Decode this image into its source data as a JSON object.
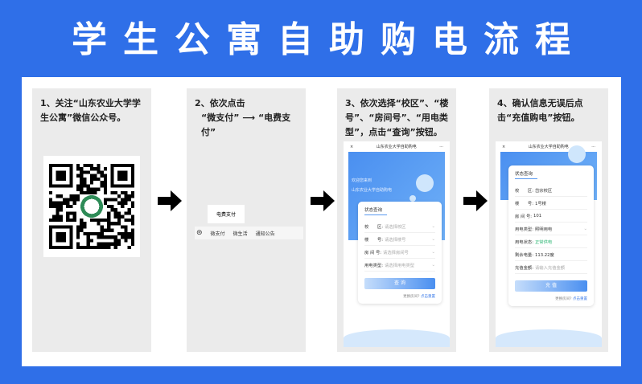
{
  "title": "学生公寓自助购电流程",
  "steps": [
    {
      "text": "1、关注“山东农业大学学生公寓”微信公众号。"
    },
    {
      "text": "2、依次点击",
      "line2a": "“微支付”",
      "line2b": "“电费支付”",
      "popup": "电费支付",
      "menu": [
        "微支付",
        "微生活",
        "通知公告"
      ]
    },
    {
      "text": "3、依次选择“校区”、“楼号”、“房间号”、“用电类型”，点击“查询”按钮。"
    },
    {
      "text": "4、确认信息无误后点击“充值购电”按钮。"
    }
  ],
  "app": {
    "title": "山东农业大学自助购电",
    "welcome": "欢迎您来到",
    "school": "山东农业大学自助购电",
    "tab": "状态查询",
    "close": "×",
    "more": "···"
  },
  "query": {
    "rows": [
      {
        "label": "校　　区:",
        "value": "请选择校区"
      },
      {
        "label": "楼　　号:",
        "value": "请选择楼号"
      },
      {
        "label": "房 间 号:",
        "value": "请选择房间号"
      },
      {
        "label": "用电类型:",
        "value": "请选择用电类型"
      }
    ],
    "button": "查 询",
    "link_q": "更换房间?",
    "link_a": "点击重置"
  },
  "recharge": {
    "rows": [
      {
        "label": "校　　区:",
        "value": "岱宗校区"
      },
      {
        "label": "楼　　号:",
        "value": "1号楼"
      },
      {
        "label": "房 间 号:",
        "value": "101"
      },
      {
        "label": "用电类型:",
        "value": "照明用电"
      },
      {
        "label": "用电状态:",
        "value": "正常供电"
      },
      {
        "label": "剩余电量:",
        "value": "113.22度"
      },
      {
        "label": "充值金额:",
        "value": "请输入充值金额"
      }
    ],
    "button": "充 值",
    "link_q": "更换房间?",
    "link_a": "点击重置"
  },
  "colors": {
    "bg": "#2f6fe8",
    "status_ok": "#2bb673"
  }
}
